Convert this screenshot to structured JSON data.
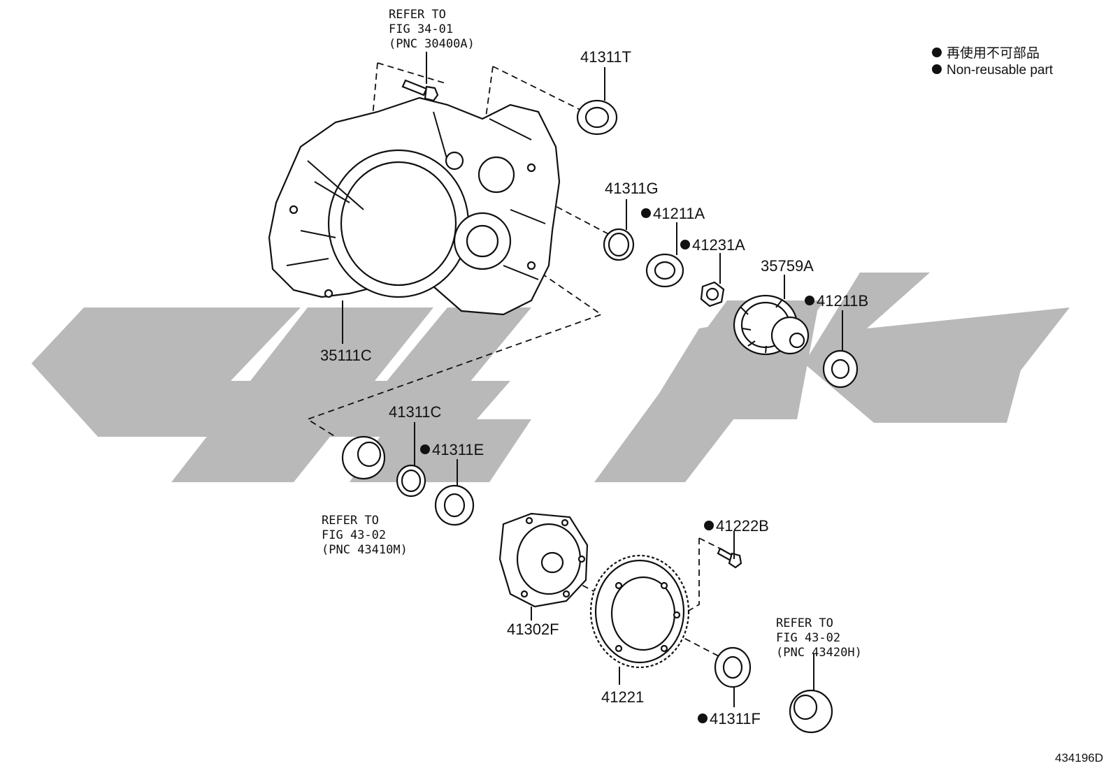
{
  "legend": {
    "marker": "●",
    "line_ja": "再使用不可部品",
    "line_en": "Non-reusable part"
  },
  "figure_number": "434196D",
  "references": {
    "top": [
      "REFER TO",
      "FIG 34-01",
      "(PNC 30400A)"
    ],
    "left": [
      "REFER TO",
      "FIG 43-02",
      "(PNC 43410M)"
    ],
    "right": [
      "REFER TO",
      "FIG 43-02",
      "(PNC 43420H)"
    ]
  },
  "parts": {
    "p41311T": {
      "label": "41311T",
      "non_reusable": false
    },
    "p41311G": {
      "label": "41311G",
      "non_reusable": false
    },
    "p41211A": {
      "label": "41211A",
      "non_reusable": true
    },
    "p41231A": {
      "label": "41231A",
      "non_reusable": true
    },
    "p35759A": {
      "label": "35759A",
      "non_reusable": false
    },
    "p41211B": {
      "label": "41211B",
      "non_reusable": true
    },
    "p35111C": {
      "label": "35111C",
      "non_reusable": false
    },
    "p41311C": {
      "label": "41311C",
      "non_reusable": false
    },
    "p41311E": {
      "label": "41311E",
      "non_reusable": true
    },
    "p41222B": {
      "label": "41222B",
      "non_reusable": true
    },
    "p41302F": {
      "label": "41302F",
      "non_reusable": false
    },
    "p41221": {
      "label": "41221",
      "non_reusable": false
    },
    "p41311F": {
      "label": "41311F",
      "non_reusable": true
    }
  },
  "colors": {
    "line": "#111111",
    "watermark": "#b9b9b9",
    "background": "#ffffff"
  }
}
